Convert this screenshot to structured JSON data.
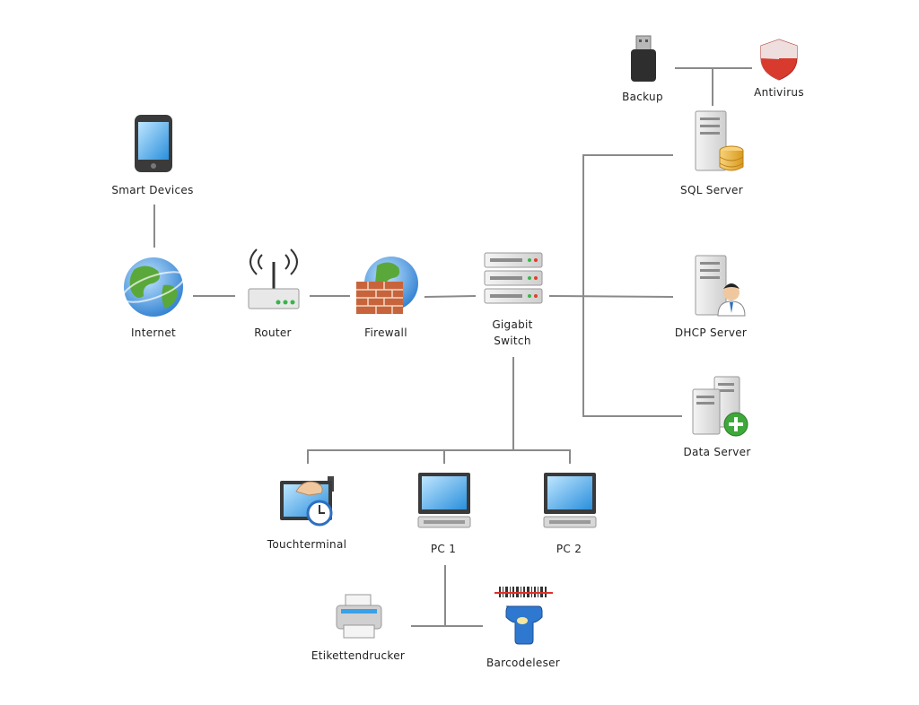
{
  "nodes": {
    "smart_devices": "Smart Devices",
    "internet": "Internet",
    "router": "Router",
    "firewall": "Firewall",
    "switch_line1": "Gigabit",
    "switch_line2": "Switch",
    "backup": "Backup",
    "antivirus": "Antivirus",
    "sql_server": "SQL Server",
    "dhcp_server": "DHCP Server",
    "data_server": "Data Server",
    "touchterminal": "Touchterminal",
    "pc1": "PC 1",
    "pc2": "PC 2",
    "etikettendrucker": "Etikettendrucker",
    "barcodeleser": "Barcodeleser"
  },
  "icons": {
    "smart_devices": "smartphone-icon",
    "internet": "globe-icon",
    "router": "wifi-router-icon",
    "firewall": "firewall-icon",
    "switch": "network-switch-icon",
    "backup": "usb-drive-icon",
    "antivirus": "shield-icon",
    "sql_server": "database-server-icon",
    "dhcp_server": "user-server-icon",
    "data_server": "server-add-icon",
    "touchterminal": "touch-clock-terminal-icon",
    "pc1": "desktop-monitor-icon",
    "pc2": "desktop-monitor-icon",
    "etikettendrucker": "printer-icon",
    "barcodeleser": "barcode-scanner-icon"
  },
  "colors": {
    "line": "#8a8a8a",
    "screen_blue": "#3aa0e8",
    "shield_red": "#d83a2e",
    "globe_green": "#5aa83a",
    "brick": "#c8643c"
  }
}
